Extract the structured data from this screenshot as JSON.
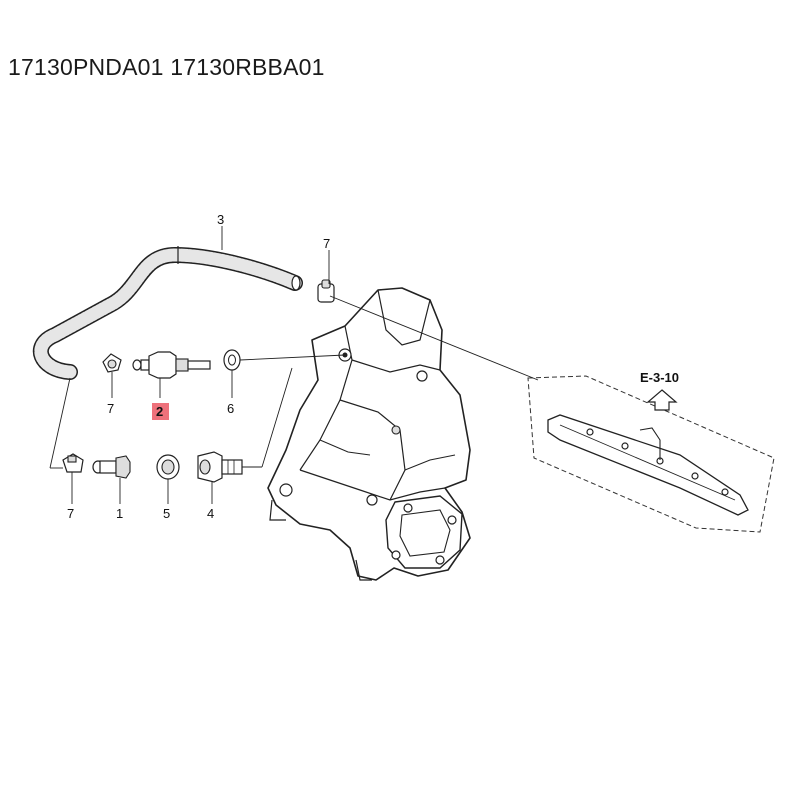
{
  "header": {
    "title": "17130PNDA01 17130RBBA01"
  },
  "diagram": {
    "reference": "E-3-10",
    "highlight_color": "#e8414f",
    "callouts": [
      {
        "id": "c3",
        "label": "3"
      },
      {
        "id": "c7a",
        "label": "7"
      },
      {
        "id": "c7b",
        "label": "7"
      },
      {
        "id": "c2",
        "label": "2",
        "highlighted": true
      },
      {
        "id": "c6",
        "label": "6"
      },
      {
        "id": "c7c",
        "label": "7"
      },
      {
        "id": "c1",
        "label": "1"
      },
      {
        "id": "c5",
        "label": "5"
      },
      {
        "id": "c4",
        "label": "4"
      }
    ]
  }
}
